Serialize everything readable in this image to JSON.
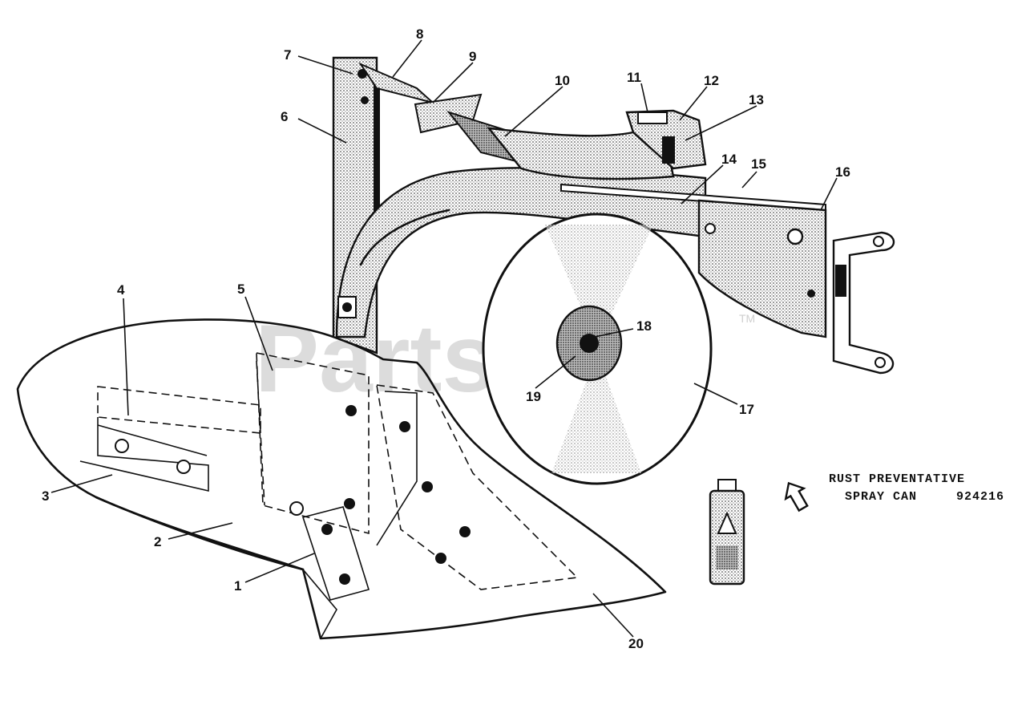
{
  "watermark": {
    "text": "PartsTree",
    "trademark": "TM"
  },
  "callouts": [
    {
      "id": "1",
      "label": "1"
    },
    {
      "id": "2",
      "label": "2"
    },
    {
      "id": "3",
      "label": "3"
    },
    {
      "id": "4",
      "label": "4"
    },
    {
      "id": "5",
      "label": "5"
    },
    {
      "id": "6",
      "label": "6"
    },
    {
      "id": "7",
      "label": "7"
    },
    {
      "id": "8",
      "label": "8"
    },
    {
      "id": "9",
      "label": "9"
    },
    {
      "id": "10",
      "label": "10"
    },
    {
      "id": "11",
      "label": "11"
    },
    {
      "id": "12",
      "label": "12"
    },
    {
      "id": "13",
      "label": "13"
    },
    {
      "id": "14",
      "label": "14"
    },
    {
      "id": "15",
      "label": "15"
    },
    {
      "id": "16",
      "label": "16"
    },
    {
      "id": "17",
      "label": "17"
    },
    {
      "id": "18",
      "label": "18"
    },
    {
      "id": "19",
      "label": "19"
    },
    {
      "id": "20",
      "label": "20"
    }
  ],
  "note": {
    "line1": "RUST PREVENTATIVE",
    "line2": "SPRAY CAN",
    "part_number": "924216"
  },
  "colors": {
    "ink": "#111111",
    "shade": "#bdbdbd",
    "watermark": "#d7d7d7"
  }
}
